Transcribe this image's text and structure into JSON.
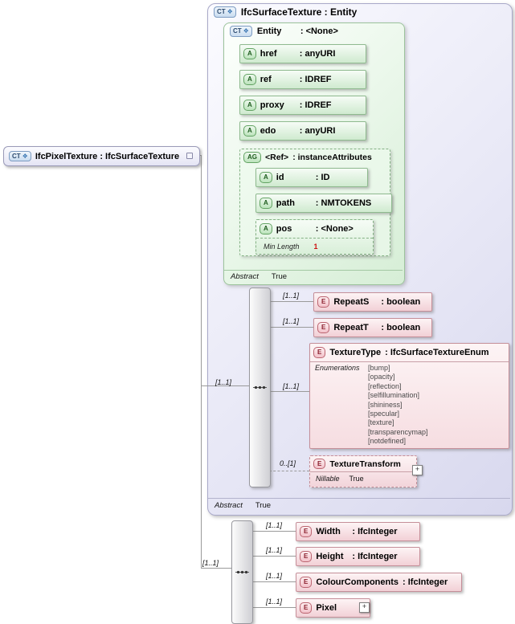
{
  "icons": {
    "ct_glyph": "❖",
    "expand_glyph": "+"
  },
  "colors": {
    "container_fill": "#d8d8ee",
    "attribute_fill": "#cfeacf",
    "element_fill": "#f2d0d6",
    "facet_value_red": "#cc1111"
  },
  "pixel_texture": {
    "badge": "CT",
    "title": "IfcPixelTexture : IfcSurfaceTexture"
  },
  "surface": {
    "badge": "CT",
    "title": "IfcSurfaceTexture : Entity",
    "cardinality": "[1..1]",
    "abstract": {
      "label": "Abstract",
      "value": "True"
    }
  },
  "entity": {
    "badge": "CT",
    "name": "Entity",
    "type": ": <None>",
    "abstract": {
      "label": "Abstract",
      "value": "True"
    },
    "attrs": [
      {
        "badge": "A",
        "name": "href",
        "type": ": anyURI"
      },
      {
        "badge": "A",
        "name": "ref",
        "type": ": IDREF"
      },
      {
        "badge": "A",
        "name": "proxy",
        "type": ": IDREF"
      },
      {
        "badge": "A",
        "name": "edo",
        "type": ": anyURI"
      }
    ],
    "ref_group": {
      "badge": "AG",
      "name": "<Ref>",
      "type": ": instanceAttributes",
      "attrs": [
        {
          "badge": "A",
          "name": "id",
          "type": ": ID"
        },
        {
          "badge": "A",
          "name": "path",
          "type": ": NMTOKENS"
        }
      ],
      "pos": {
        "badge": "A",
        "name": "pos",
        "type": ": <None>",
        "facet_label": "Min Length",
        "facet_value": "1"
      }
    }
  },
  "elements": {
    "repeat_s": {
      "badge": "E",
      "cardinality": "[1..1]",
      "name": "RepeatS",
      "type": ": boolean"
    },
    "repeat_t": {
      "badge": "E",
      "cardinality": "[1..1]",
      "name": "RepeatT",
      "type": ": boolean"
    },
    "texture_type": {
      "badge": "E",
      "cardinality": "[1..1]",
      "name": "TextureType",
      "type": ": IfcSurfaceTextureEnum",
      "enum_label": "Enumerations",
      "enums": [
        "[bump]",
        "[opacity]",
        "[reflection]",
        "[selfillumination]",
        "[shininess]",
        "[specular]",
        "[texture]",
        "[transparencymap]",
        "[notdefined]"
      ]
    },
    "texture_transform": {
      "badge": "E",
      "cardinality": "0..[1]",
      "name": "TextureTransform",
      "nillable_label": "Nillable",
      "nillable_value": "True"
    }
  },
  "pixel_group": {
    "cardinality": "[1..1]",
    "width": {
      "badge": "E",
      "cardinality": "[1..1]",
      "name": "Width",
      "type": ": IfcInteger"
    },
    "height": {
      "badge": "E",
      "cardinality": "[1..1]",
      "name": "Height",
      "type": ": IfcInteger"
    },
    "colour_components": {
      "badge": "E",
      "cardinality": "[1..1]",
      "name": "ColourComponents",
      "type": ": IfcInteger"
    },
    "pixel": {
      "badge": "E",
      "cardinality": "[1..1]",
      "name": "Pixel"
    }
  }
}
